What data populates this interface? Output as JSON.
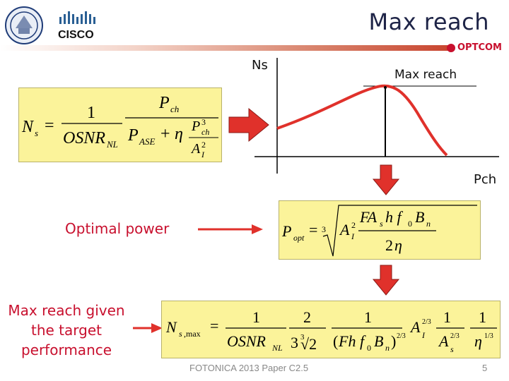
{
  "header": {
    "title": "Max reach",
    "brand": "OPTCOM"
  },
  "chart_data": {
    "type": "line",
    "ylabel": "Ns",
    "xlabel": "Pch",
    "annotation": "Max reach",
    "grid": false
  },
  "formulas": {
    "ns": "Ns = 1/OSNR_NL · Pch/(P_ASE + η Pch³/A_I²)",
    "popt": "P_opt = ∛(A_I² · F A_s h f_0 B_n / 2η)",
    "ns_max": "N_s,max = 1/OSNR_NL · 2/(3∛2) · 1/(F h f_0 B_n)^(2/3) · A_I^(2/3) · 1/A_s^(2/3) · 1/η^(1/3)"
  },
  "labels": {
    "optimal_power": "Optimal power",
    "max_reach_line1": "Max reach given",
    "max_reach_line2": "the target",
    "max_reach_line3": "performance"
  },
  "footer": {
    "text": "FOTONICA 2013 Paper C2.5",
    "page": "5"
  },
  "colors": {
    "accent": "#e0312b",
    "title": "#1e2447",
    "formula_bg": "#fbf39a",
    "arrow_red": "#e0312b"
  }
}
